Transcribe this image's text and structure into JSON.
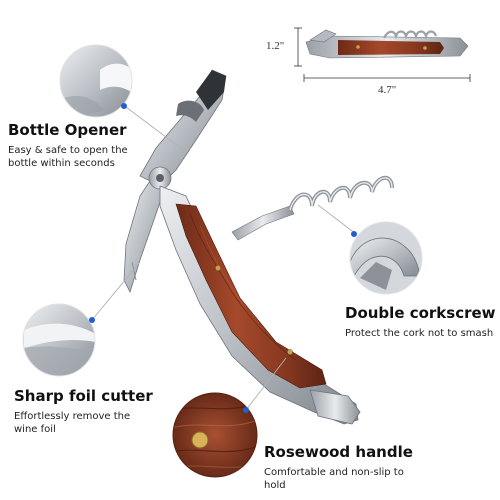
{
  "dimensions": {
    "height": "1.2\"",
    "width": "4.7\""
  },
  "features": {
    "bottle_opener": {
      "title": "Bottle Opener",
      "desc_line1": "Easy & safe to open the",
      "desc_line2": "bottle within seconds"
    },
    "double_corkscrew": {
      "title": "Double corkscrew",
      "desc_line1": "Protect the cork not to smash"
    },
    "foil_cutter": {
      "title": "Sharp foil cutter",
      "desc_line1": "Effortlessly remove the",
      "desc_line2": "wine foil"
    },
    "rosewood_handle": {
      "title": "Rosewood handle",
      "desc_line1": "Comfortable and non-slip to",
      "desc_line2": "hold"
    }
  },
  "colors": {
    "rosewood": "#8a3a22",
    "rosewood_dark": "#5e2413",
    "steel": "#c9ccd0",
    "steel_dark": "#8d9298",
    "callout_dot": "#1f5fd6",
    "callout_line": "#b0b0b0"
  }
}
